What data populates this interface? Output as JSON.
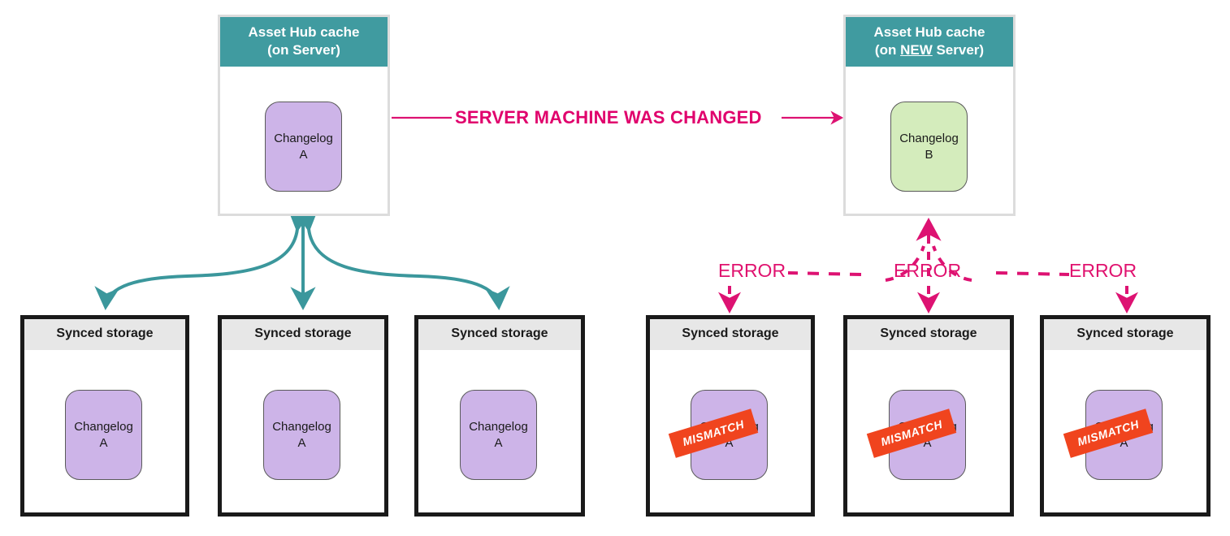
{
  "colors": {
    "teal": "#409ba0",
    "teal_line": "#3b979c",
    "pink": "#e0006c",
    "pink_line": "#dd1272",
    "purple": "#cdb4e8",
    "green": "#d4ecbc",
    "ribbon_orange": "#f0441e",
    "storage_header_gray": "#e7e7e7",
    "storage_border": "#1a1a1a",
    "hub_border": "#dcdcdc"
  },
  "hubs": [
    {
      "id": "hub-old-server",
      "title_line1": "Asset Hub cache",
      "title_line2_pre": "(on ",
      "title_line2_em": "",
      "title_line2_post": "Server)",
      "chip": {
        "line1": "Changelog",
        "line2": "A",
        "variant": "purple"
      }
    },
    {
      "id": "hub-new-server",
      "title_line1": "Asset Hub cache",
      "title_line2_pre": "(on ",
      "title_line2_em": "NEW",
      "title_line2_post": " Server)",
      "chip": {
        "line1": "Changelog",
        "line2": "B",
        "variant": "green"
      }
    }
  ],
  "banner": {
    "label": "SERVER MACHINE WAS CHANGED"
  },
  "error_labels": [
    "ERROR",
    "ERROR",
    "ERROR"
  ],
  "storages_left": [
    {
      "header": "Synced storage",
      "chip": {
        "line1": "Changelog",
        "line2": "A"
      },
      "mismatch": null
    },
    {
      "header": "Synced storage",
      "chip": {
        "line1": "Changelog",
        "line2": "A"
      },
      "mismatch": null
    },
    {
      "header": "Synced storage",
      "chip": {
        "line1": "Changelog",
        "line2": "A"
      },
      "mismatch": null
    }
  ],
  "storages_right": [
    {
      "header": "Synced storage",
      "chip": {
        "line1": "Changelog",
        "line2": "A"
      },
      "mismatch": "MISMATCH"
    },
    {
      "header": "Synced storage",
      "chip": {
        "line1": "Changelog",
        "line2": "A"
      },
      "mismatch": "MISMATCH"
    },
    {
      "header": "Synced storage",
      "chip": {
        "line1": "Changelog",
        "line2": "A"
      },
      "mismatch": "MISMATCH"
    }
  ]
}
